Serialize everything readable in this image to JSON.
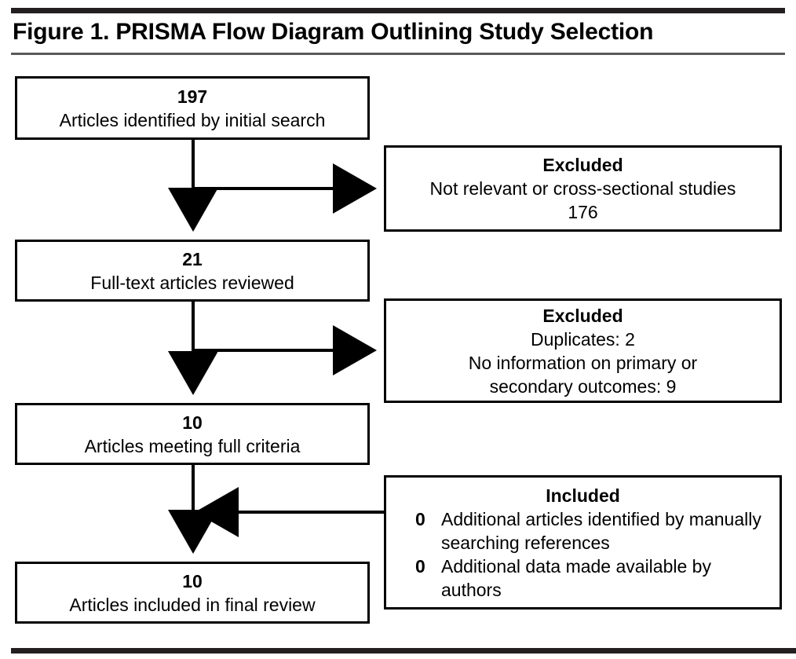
{
  "figure": {
    "title": "Figure 1. PRISMA Flow Diagram Outlining Study Selection",
    "ink_color": "#000000",
    "rule_color": "#231f20",
    "background": "#ffffff"
  },
  "nodes": {
    "identified": {
      "count": "197",
      "label": "Articles identified by initial search"
    },
    "excluded_1": {
      "heading": "Excluded",
      "reason": "Not relevant or cross-sectional studies",
      "count": "176"
    },
    "fulltext": {
      "count": "21",
      "label": "Full-text articles reviewed"
    },
    "excluded_2": {
      "heading": "Excluded",
      "reason_1": "Duplicates: 2",
      "reason_2a": "No information on primary or",
      "reason_2b": "secondary outcomes: 9"
    },
    "criteria": {
      "count": "10",
      "label": "Articles meeting full criteria"
    },
    "included": {
      "heading": "Included",
      "items": [
        {
          "count": "0",
          "text": "Additional articles identified by manually searching references"
        },
        {
          "count": "0",
          "text": "Additional data made available by authors"
        }
      ]
    },
    "final": {
      "count": "10",
      "label": "Articles included in final review"
    }
  },
  "connectors": [
    {
      "name": "identified-to-fulltext",
      "direction": "down"
    },
    {
      "name": "identified-to-excluded-1",
      "direction": "right"
    },
    {
      "name": "fulltext-to-criteria",
      "direction": "down"
    },
    {
      "name": "fulltext-to-excluded-2",
      "direction": "right"
    },
    {
      "name": "criteria-to-final",
      "direction": "down"
    },
    {
      "name": "included-to-trunk",
      "direction": "left"
    }
  ]
}
